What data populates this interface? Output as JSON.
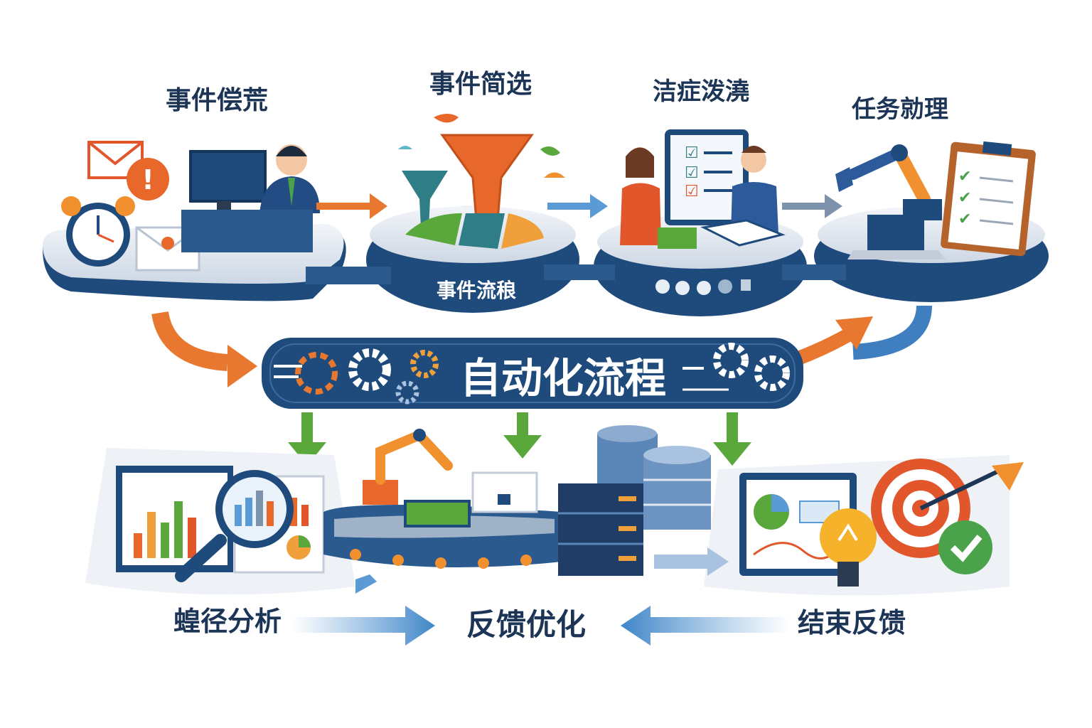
{
  "top_stages": [
    {
      "label": "事件偿荒"
    },
    {
      "label": "事件简选"
    },
    {
      "label": "洁症泼澆"
    },
    {
      "label": "任务勍理"
    }
  ],
  "platform_labels": {
    "event_flow": "事件流稂"
  },
  "central_banner": {
    "label": "自动化流程"
  },
  "bottom_stages": [
    {
      "label": "蝗径分析"
    },
    {
      "label": "反馈优化"
    },
    {
      "label": "结束反馈"
    }
  ],
  "colors": {
    "navy": "#1f4a7c",
    "label_text": "#1c3556",
    "orange": "#e8782f",
    "green": "#5aa83c",
    "light_blue": "#5b9bd5",
    "platform_top": "#e4e9f1"
  },
  "icons": [
    "envelope-icon",
    "alert-icon",
    "alarm-clock-icon",
    "support-agent-icon",
    "computer-icon",
    "funnel-icon",
    "meeting-people-icon",
    "tablet-checklist-icon",
    "robot-arm-icon",
    "clipboard-checklist-icon",
    "laptop-icon",
    "gear-icon",
    "bar-chart-icon",
    "magnifier-icon",
    "conveyor-belt-icon",
    "server-icon",
    "database-icon",
    "pie-chart-icon",
    "lightbulb-icon",
    "target-icon",
    "checkmark-icon"
  ]
}
